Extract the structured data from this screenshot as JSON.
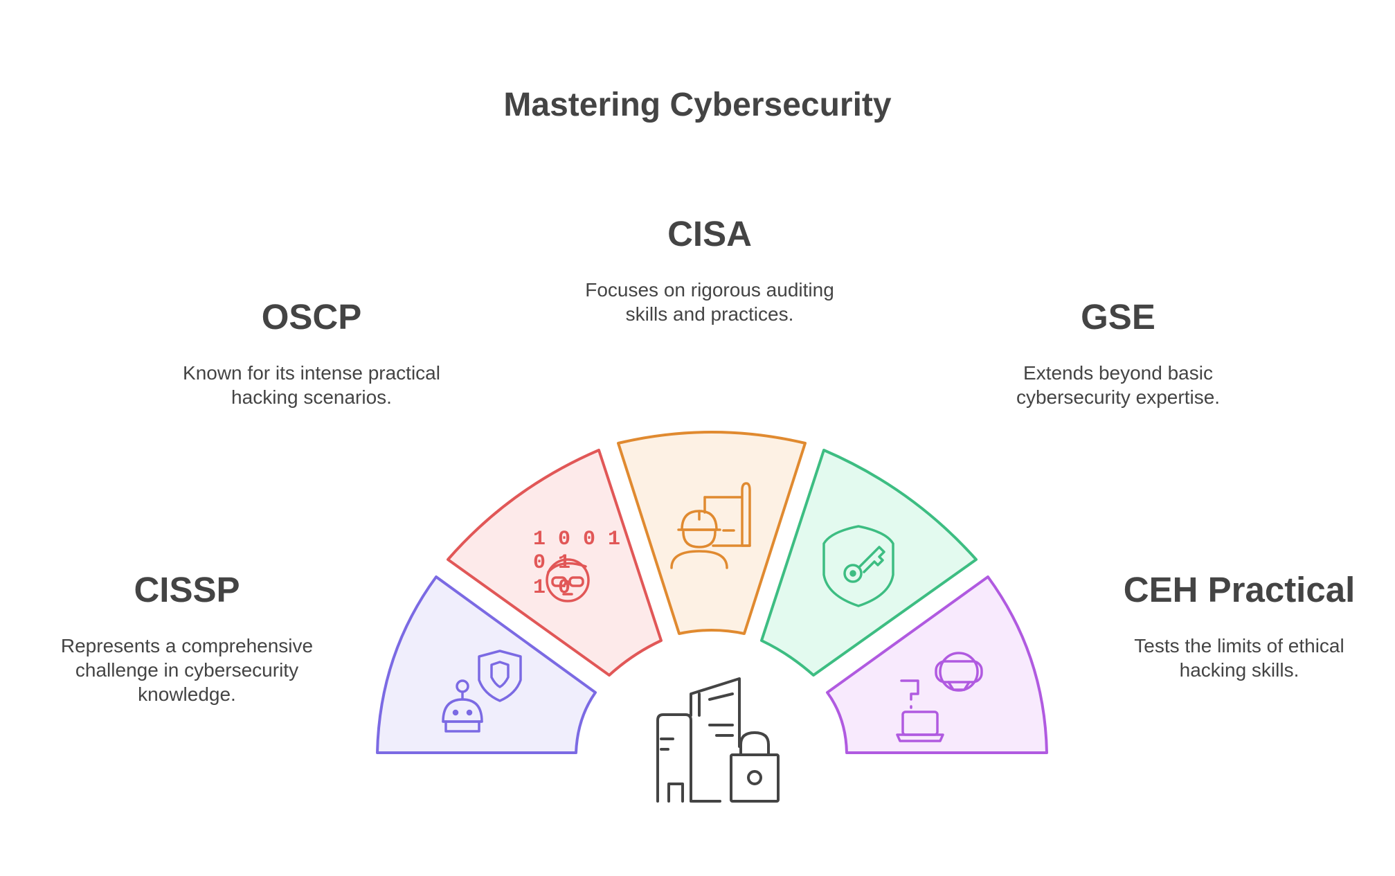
{
  "title": "Mastering Cybersecurity",
  "items": [
    {
      "id": "cissp",
      "title": "CISSP",
      "description": "Represents a comprehensive challenge in cybersecurity knowledge.",
      "color": "#7b6ae3",
      "fill": "#f0eefc",
      "icon": "robot-shield-icon"
    },
    {
      "id": "oscp",
      "title": "OSCP",
      "description": "Known for its intense practical hacking scenarios.",
      "color": "#e15757",
      "fill": "#fdeaea",
      "icon": "hacker-binary-icon"
    },
    {
      "id": "cisa",
      "title": "CISA",
      "description": "Focuses on rigorous auditing skills and practices.",
      "color": "#e08a30",
      "fill": "#fdf1e4",
      "icon": "auditor-blueprint-icon"
    },
    {
      "id": "gse",
      "title": "GSE",
      "description": "Extends beyond basic cybersecurity expertise.",
      "color": "#3dbd82",
      "fill": "#e3faef",
      "icon": "shield-key-icon"
    },
    {
      "id": "ceh",
      "title": "CEH Practical",
      "description": "Tests the limits of ethical hacking skills.",
      "color": "#b05ae0",
      "fill": "#f8eafd",
      "icon": "vr-laptop-icon"
    }
  ],
  "center_icon": "buildings-lock-icon"
}
